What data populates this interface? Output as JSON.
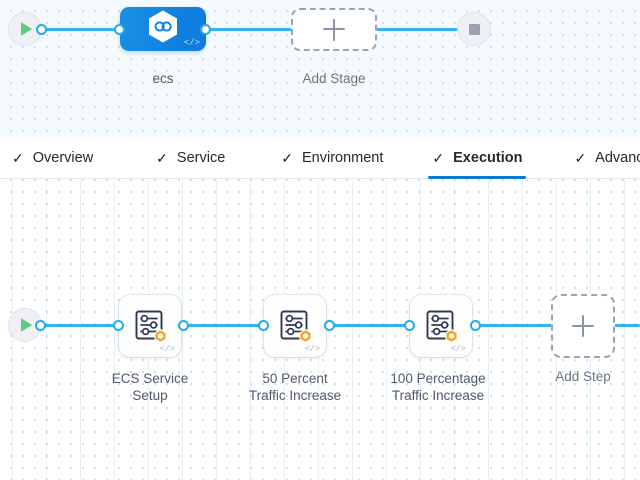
{
  "colors": {
    "edge": "#33b4ee",
    "accent_tab_underline": "#0b7ad1",
    "stage_node_blue": "#1183e2",
    "badge_orange": "#f5a623",
    "play_green": "#62cc7e",
    "stop_grey": "#9aa0ae",
    "label_text": "#4f5a6b",
    "stage_canvas_bg": "#f4fafd"
  },
  "stage_canvas": {
    "name": "pipeline-stage-canvas",
    "start_node": {
      "icon": "play-icon",
      "label": ""
    },
    "stages": [
      {
        "label": "ecs",
        "icon": "hexagon-infinity-icon",
        "code_glyph": "</>",
        "selected": true
      }
    ],
    "add_stage": {
      "label": "Add Stage",
      "icon": "plus-icon"
    },
    "end_node": {
      "icon": "stop-icon"
    }
  },
  "tabbar": {
    "name": "stage-config-tabs",
    "tabs": [
      {
        "label": "Overview",
        "check_icon": "check-icon",
        "active": false
      },
      {
        "label": "Service",
        "check_icon": "check-icon",
        "active": false
      },
      {
        "label": "Environment",
        "check_icon": "check-icon",
        "active": false
      },
      {
        "label": "Execution",
        "check_icon": "check-icon",
        "active": true
      },
      {
        "label": "Advanced",
        "check_icon": "check-icon",
        "active": false
      }
    ]
  },
  "exec_canvas": {
    "name": "execution-steps-canvas",
    "start_node": {
      "icon": "play-icon"
    },
    "steps": [
      {
        "label": "ECS Service\nSetup",
        "icon": "sliders-settings-icon",
        "badge_icon": "orange-hexagon-badge-icon",
        "code_glyph": "</>"
      },
      {
        "label": "50 Percent\nTraffic Increase",
        "icon": "sliders-settings-icon",
        "badge_icon": "orange-hexagon-badge-icon",
        "code_glyph": "</>"
      },
      {
        "label": "100 Percentage\nTraffic Increase",
        "icon": "sliders-settings-icon",
        "badge_icon": "orange-hexagon-badge-icon",
        "code_glyph": "</>"
      }
    ],
    "add_step": {
      "label": "Add Step",
      "icon": "plus-icon"
    }
  }
}
